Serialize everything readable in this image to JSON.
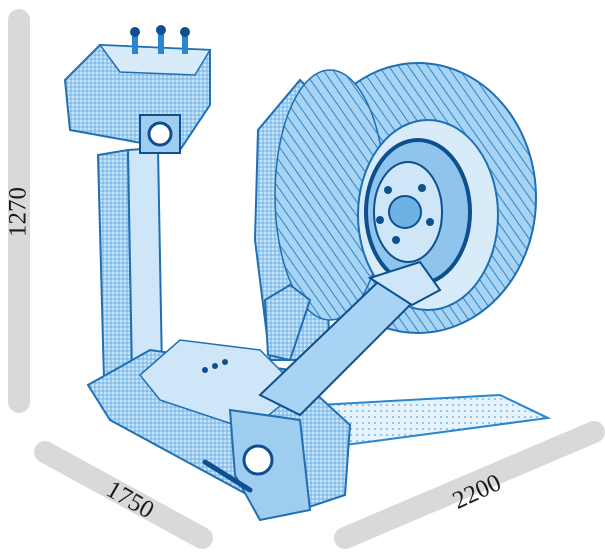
{
  "dimensions": {
    "height": "1270",
    "depth": "1750",
    "width": "2200"
  },
  "colors": {
    "dimension_bar": "#d9d9d9",
    "machine_blue": "#2a86d0",
    "machine_light": "#bfe0f7",
    "machine_dark": "#0d4f8f",
    "label_text": "#1a1a1a"
  },
  "icons": {
    "machine": "truck-tyre-changer-illustration"
  }
}
